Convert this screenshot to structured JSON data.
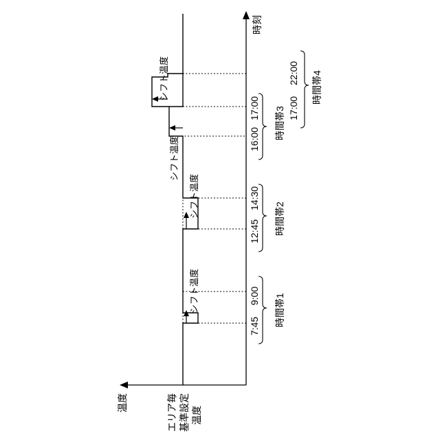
{
  "axes": {
    "time_axis_label": "時刻",
    "temperature_axis_label": "温度"
  },
  "base_label": {
    "line1": "エリア毎",
    "line2": "基準設定",
    "line3": "温度"
  },
  "shift_label": "シフト温度",
  "periods": [
    {
      "name": "時間帯1",
      "start": "7:45",
      "end": "9:00"
    },
    {
      "name": "時間帯2",
      "start": "12:45",
      "end": "14:30"
    },
    {
      "name": "時間帯3",
      "start": "16:00",
      "end": "17:00"
    },
    {
      "name": "時間帯4",
      "start": "17:00",
      "end": "22:00"
    }
  ]
}
